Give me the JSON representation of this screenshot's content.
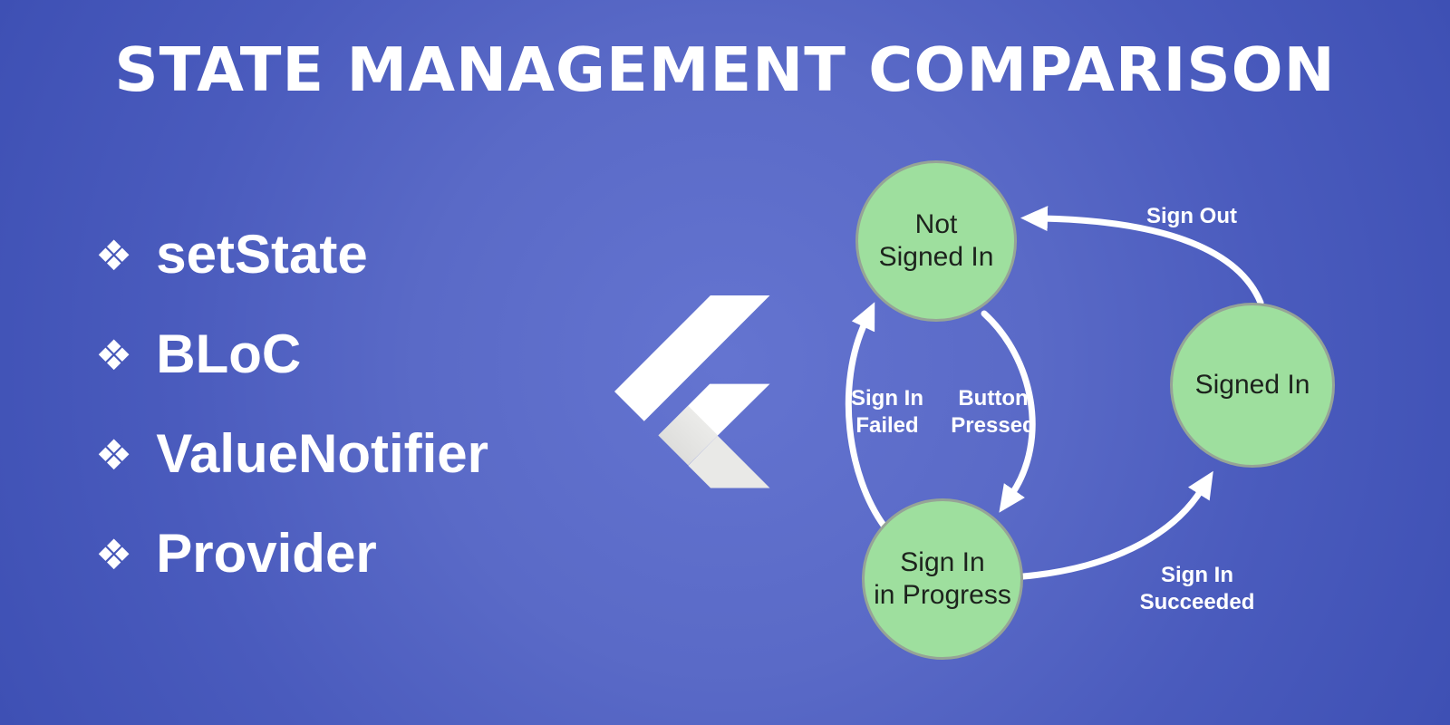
{
  "title": "STATE MANAGEMENT COMPARISON",
  "list": {
    "bullet": "❖",
    "items": [
      {
        "label": "setState"
      },
      {
        "label": "BLoC"
      },
      {
        "label": "ValueNotifier"
      },
      {
        "label": "Provider"
      }
    ]
  },
  "diagram": {
    "states": [
      {
        "id": "not-signed-in",
        "lines": [
          "Not",
          "Signed In"
        ]
      },
      {
        "id": "signed-in",
        "lines": [
          "Signed In"
        ]
      },
      {
        "id": "sign-in-in-progress",
        "lines": [
          "Sign In",
          "in Progress"
        ]
      }
    ],
    "transitions": [
      {
        "id": "sign-out",
        "from": "signed-in",
        "to": "not-signed-in",
        "lines": [
          "Sign Out"
        ]
      },
      {
        "id": "button-pressed",
        "from": "not-signed-in",
        "to": "sign-in-in-progress",
        "lines": [
          "Button",
          "Pressed"
        ]
      },
      {
        "id": "sign-in-failed",
        "from": "sign-in-in-progress",
        "to": "not-signed-in",
        "lines": [
          "Sign In",
          "Failed"
        ]
      },
      {
        "id": "sign-in-succeeded",
        "from": "sign-in-in-progress",
        "to": "signed-in",
        "lines": [
          "Sign In",
          "Succeeded"
        ]
      }
    ]
  },
  "colors": {
    "background_center": "#6474d0",
    "background_edge": "#3e50b4",
    "state_fill": "#9edf9e",
    "state_border": "#96a496",
    "state_text": "#1d231d",
    "arrow": "#ffffff",
    "text": "#ffffff"
  }
}
